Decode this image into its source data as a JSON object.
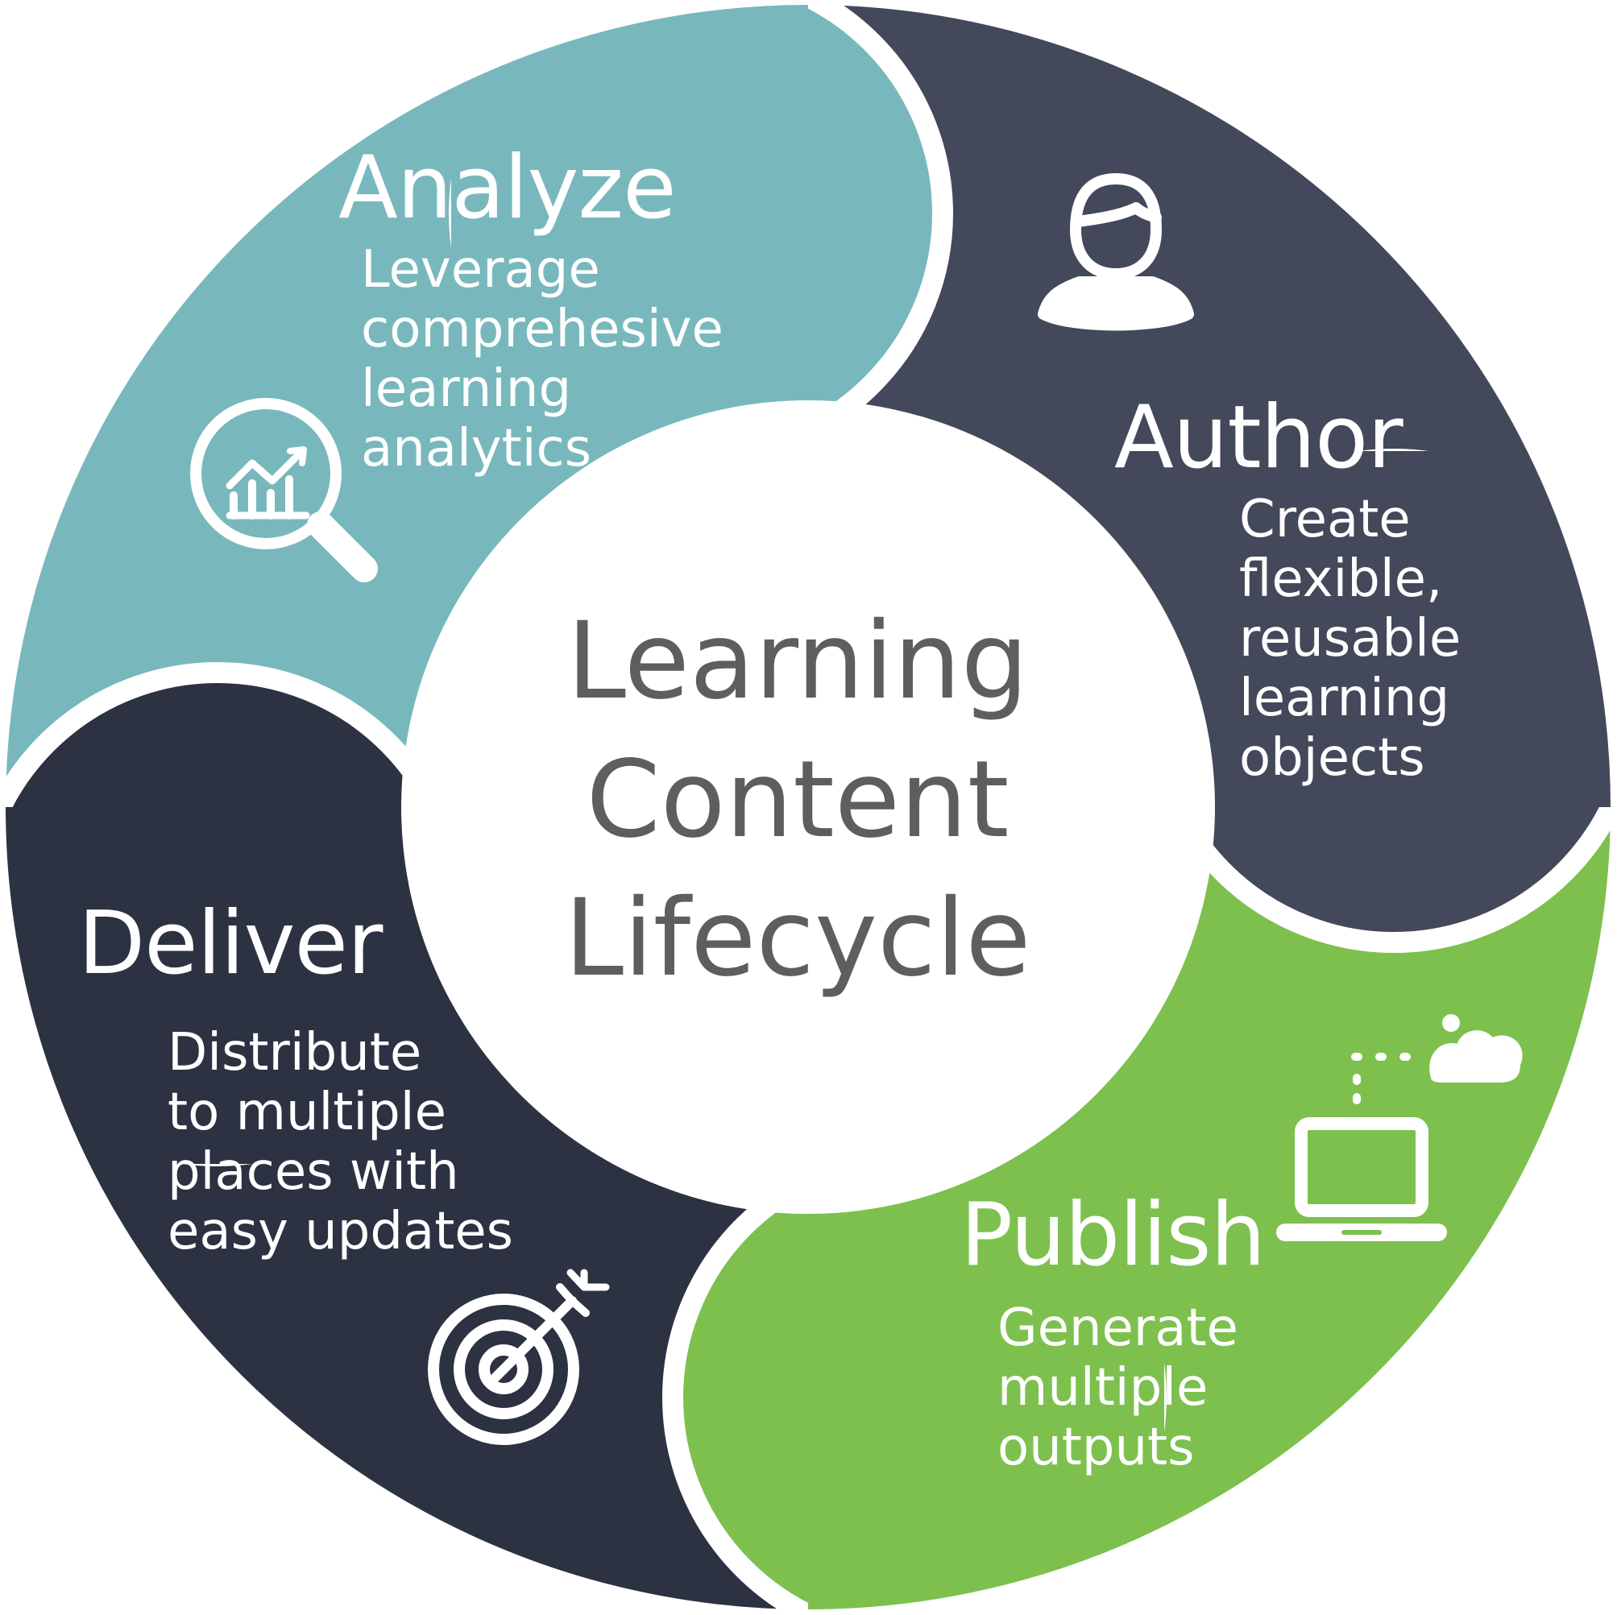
{
  "center": {
    "lines": [
      "Learning",
      "Content",
      "Lifecycle"
    ]
  },
  "stages": {
    "analyze": {
      "title": "Analyze",
      "lines": [
        "Leverage",
        "comprehesive",
        "learning",
        "analytics"
      ],
      "icon": "magnifier-chart-icon",
      "color": "#78b8bc"
    },
    "author": {
      "title": "Author",
      "lines": [
        "Create",
        "flexible,",
        "reusable",
        "learning",
        "objects"
      ],
      "icon": "person-icon",
      "color": "#43485a"
    },
    "publish": {
      "title": "Publish",
      "lines": [
        "Generate",
        "multiple",
        "outputs"
      ],
      "icon": "laptop-cloud-icon",
      "color": "#7dc04e"
    },
    "deliver": {
      "title": "Deliver",
      "lines": [
        "Distribute",
        "to multiple",
        "places with",
        "easy updates"
      ],
      "icon": "target-arrow-icon",
      "color": "#2c3242"
    }
  },
  "colors": {
    "center_text": "#5e5e5e",
    "segment_text": "#ffffff",
    "gap": "#ffffff"
  }
}
